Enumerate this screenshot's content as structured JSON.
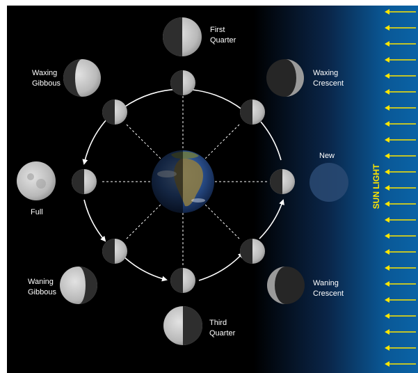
{
  "labels": {
    "first_quarter": [
      "First",
      "Quarter"
    ],
    "waxing_gibbous": [
      "Waxing",
      "Gibbous"
    ],
    "waxing_crescent": [
      "Waxing",
      "Crescent"
    ],
    "new": [
      "New"
    ],
    "full": [
      "Full"
    ],
    "waning_gibbous": [
      "Waning",
      "Gibbous"
    ],
    "waning_crescent": [
      "Waning",
      "Crescent"
    ],
    "third_quarter": [
      "Third",
      "Quarter"
    ]
  },
  "sun_label": "SUN LIGHT",
  "colors": {
    "space": "#000000",
    "sunlight_gradient_end": "#0a63a6",
    "arrows": "#ffe600",
    "orbit": "#ffffff",
    "moon_lit": "#c9c9c9",
    "moon_dark": "#2b2b2b"
  }
}
